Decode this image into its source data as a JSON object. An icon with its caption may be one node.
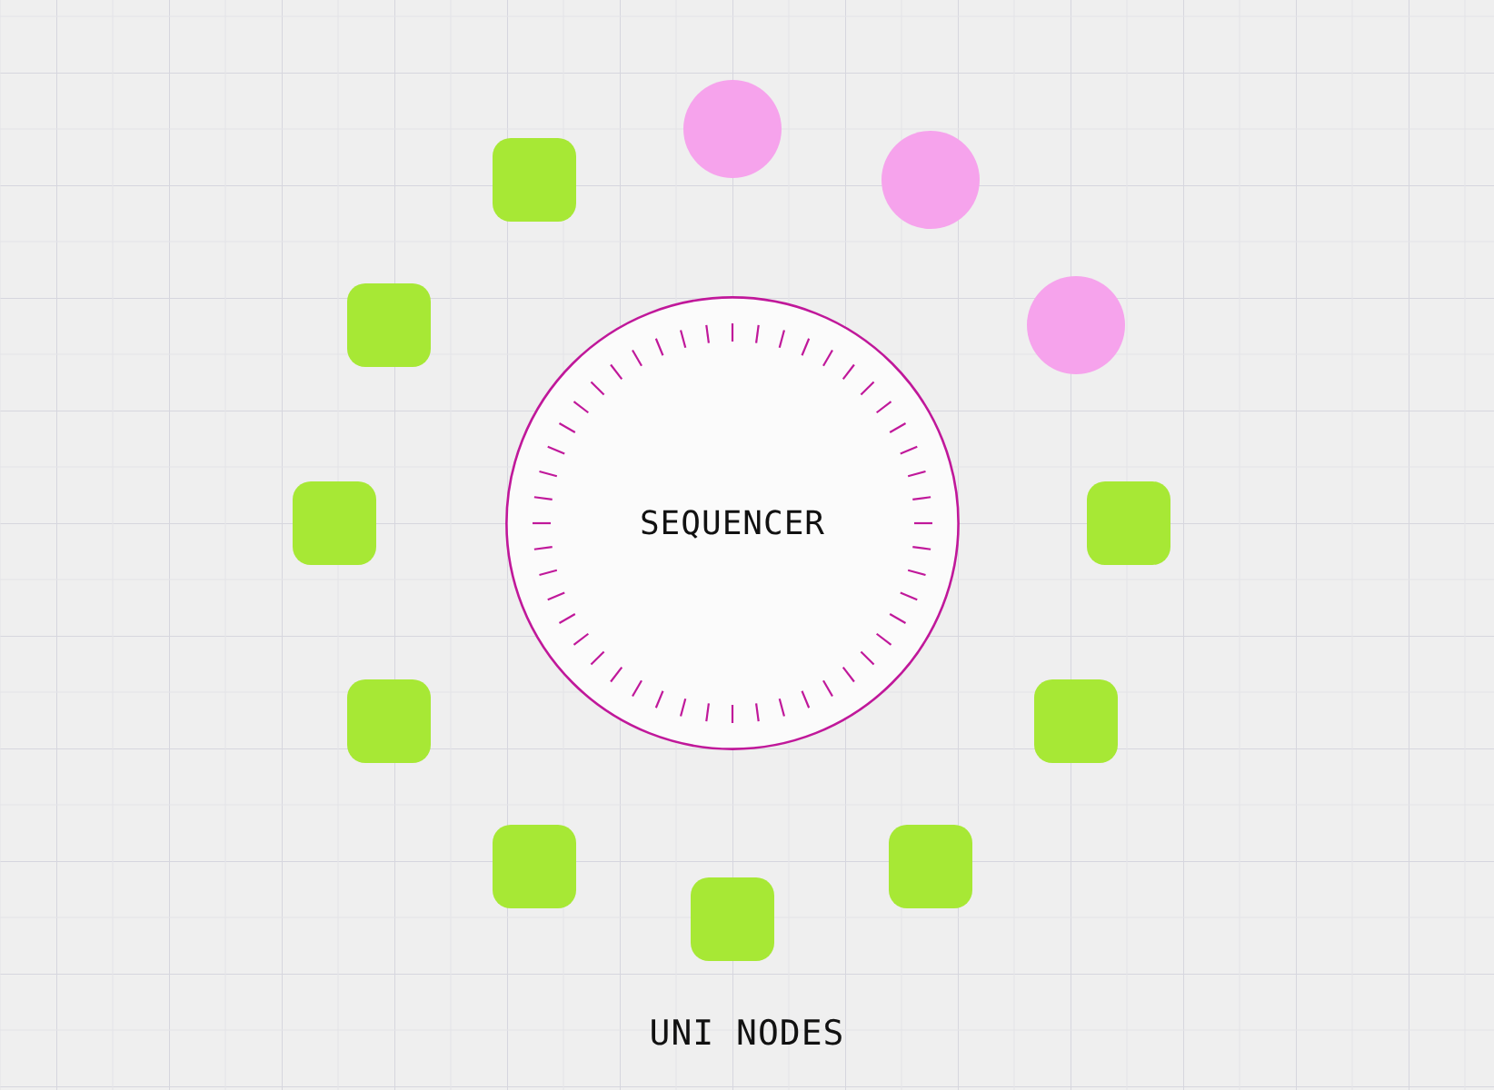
{
  "diagram": {
    "caption": "UNI NODES",
    "nodes": [
      {
        "text": [
          "SEQUENCER"
        ]
      },
      {
        "text": [],
        "shape": "circle"
      },
      {
        "text": [],
        "shape": "box"
      },
      {
        "text": [],
        "shape": "circle"
      },
      {
        "text": [],
        "shape": "box"
      },
      {
        "text": [],
        "shape": "circle"
      },
      {
        "text": [],
        "shape": "box"
      },
      {
        "text": [],
        "shape": "box"
      },
      {
        "text": [],
        "shape": "box"
      },
      {
        "text": [],
        "shape": "box"
      },
      {
        "text": [],
        "shape": "box"
      },
      {
        "text": [],
        "shape": "box"
      },
      {
        "text": [],
        "shape": "box"
      }
    ]
  }
}
